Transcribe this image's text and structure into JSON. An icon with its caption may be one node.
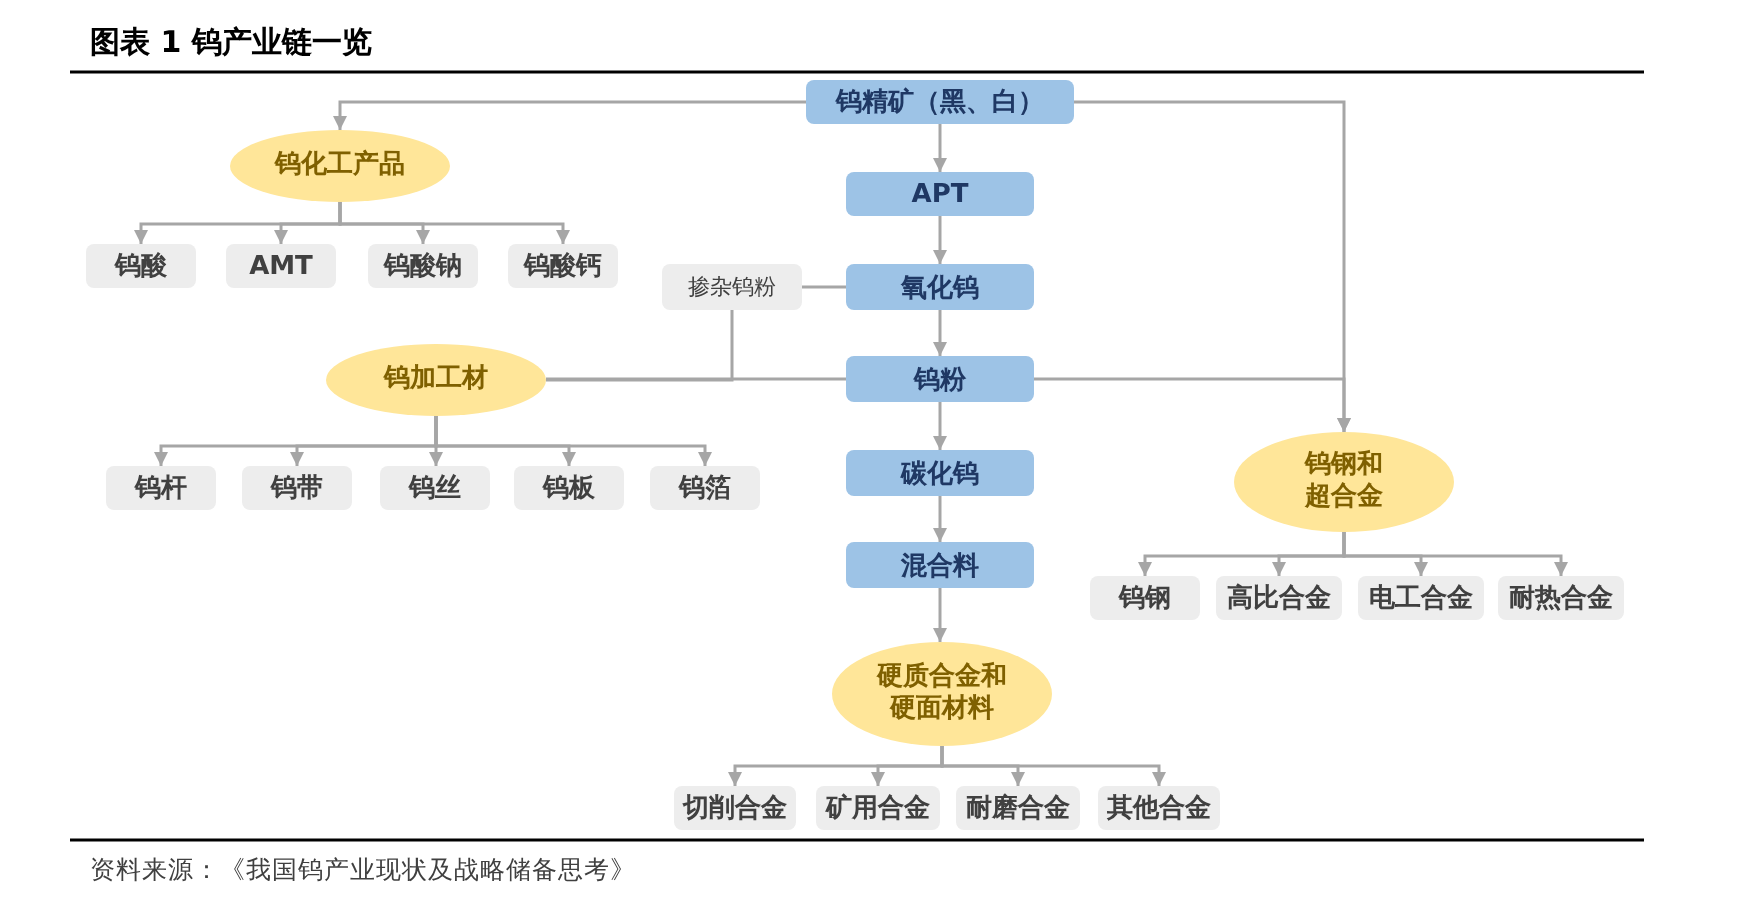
{
  "diagram": {
    "title": "图表 1 钨产业链一览",
    "caption": "资料来源：《我国钨产业现状及战略储备思考》",
    "nodes": [
      {
        "text": [
          "钨精矿（黑、白）"
        ]
      },
      {
        "text": [
          "钨化工产品"
        ]
      },
      {
        "text": [
          "APT"
        ]
      },
      {
        "text": [
          "钨酸"
        ]
      },
      {
        "text": [
          "AMT"
        ]
      },
      {
        "text": [
          "钨酸钠"
        ]
      },
      {
        "text": [
          "钨酸钙"
        ]
      },
      {
        "text": [
          "掺杂钨粉"
        ]
      },
      {
        "text": [
          "氧化钨"
        ]
      },
      {
        "text": [
          "钨加工材"
        ]
      },
      {
        "text": [
          "钨粉"
        ]
      },
      {
        "text": [
          "钨杆"
        ]
      },
      {
        "text": [
          "钨带"
        ]
      },
      {
        "text": [
          "钨丝"
        ]
      },
      {
        "text": [
          "钨板"
        ]
      },
      {
        "text": [
          "钨箔"
        ]
      },
      {
        "text": [
          "碳化钨"
        ]
      },
      {
        "text": [
          "钨钢和超合金"
        ]
      },
      {
        "text": [
          "混合料"
        ]
      },
      {
        "text": [
          "钨钢"
        ]
      },
      {
        "text": [
          "高比合金"
        ]
      },
      {
        "text": [
          "电工合金"
        ]
      },
      {
        "text": [
          "耐热合金"
        ]
      },
      {
        "text": [
          "硬质合金和硬面材料"
        ]
      },
      {
        "text": [
          "切削合金"
        ]
      },
      {
        "text": [
          "矿用合金"
        ]
      },
      {
        "text": [
          "耐磨合金"
        ]
      },
      {
        "text": [
          "其他合金"
        ]
      }
    ],
    "edges": [
      {
        "from": 0,
        "to": 1,
        "arrow": "to"
      },
      {
        "from": 0,
        "to": 2,
        "arrow": "to"
      },
      {
        "from": 0,
        "to": 17,
        "arrow": "to"
      },
      {
        "from": 1,
        "to": 3,
        "arrow": "to"
      },
      {
        "from": 1,
        "to": 4,
        "arrow": "to"
      },
      {
        "from": 1,
        "to": 5,
        "arrow": "to"
      },
      {
        "from": 1,
        "to": 6,
        "arrow": "to"
      },
      {
        "from": 2,
        "to": 8,
        "arrow": "to"
      },
      {
        "from": 8,
        "to": 7,
        "arrow": "none"
      },
      {
        "from": 8,
        "to": 10,
        "arrow": "to"
      },
      {
        "from": 7,
        "to": 9,
        "arrow": "none"
      },
      {
        "from": 10,
        "to": 9,
        "arrow": "none"
      },
      {
        "from": 10,
        "to": 17,
        "arrow": "to"
      },
      {
        "from": 9,
        "to": 11,
        "arrow": "to"
      },
      {
        "from": 9,
        "to": 12,
        "arrow": "to"
      },
      {
        "from": 9,
        "to": 13,
        "arrow": "to"
      },
      {
        "from": 9,
        "to": 14,
        "arrow": "to"
      },
      {
        "from": 9,
        "to": 15,
        "arrow": "to"
      },
      {
        "from": 10,
        "to": 16,
        "arrow": "to"
      },
      {
        "from": 16,
        "to": 18,
        "arrow": "to"
      },
      {
        "from": 17,
        "to": 19,
        "arrow": "to"
      },
      {
        "from": 17,
        "to": 20,
        "arrow": "to"
      },
      {
        "from": 17,
        "to": 21,
        "arrow": "to"
      },
      {
        "from": 17,
        "to": 22,
        "arrow": "to"
      },
      {
        "from": 18,
        "to": 23,
        "arrow": "to"
      },
      {
        "from": 23,
        "to": 24,
        "arrow": "to"
      },
      {
        "from": 23,
        "to": 25,
        "arrow": "to"
      },
      {
        "from": 23,
        "to": 26,
        "arrow": "to"
      },
      {
        "from": 23,
        "to": 27,
        "arrow": "to"
      }
    ]
  }
}
